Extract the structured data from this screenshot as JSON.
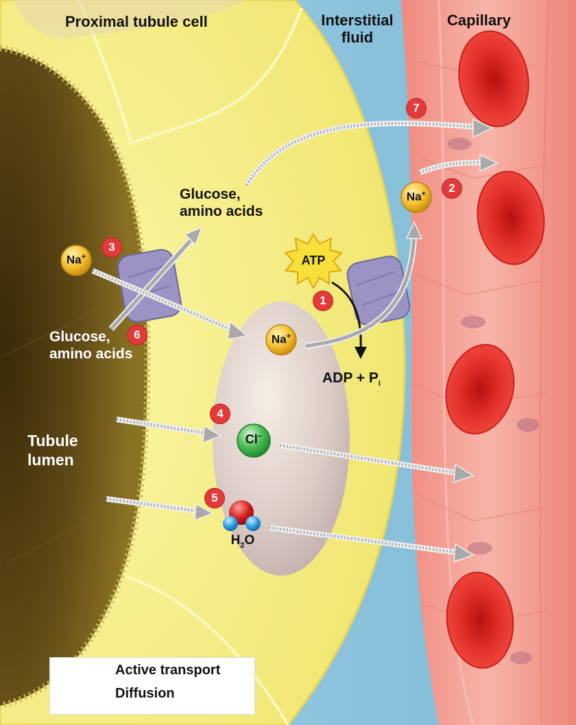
{
  "headers": {
    "cell": "Proximal tubule cell",
    "interstitial_line1": "Interstitial",
    "interstitial_line2": "fluid",
    "capillary": "Capillary"
  },
  "lumen": {
    "line1": "Tubule",
    "line2": "lumen"
  },
  "molecules": {
    "glucose_top_line1": "Glucose,",
    "glucose_top_line2": "amino acids",
    "glucose_bottom_line1": "Glucose,",
    "glucose_bottom_line2": "amino acids",
    "adp": "ADP + P",
    "adp_sub": "i"
  },
  "ions": {
    "na_base": "Na",
    "na_charge": "+",
    "cl_base": "Cl",
    "cl_charge": "−",
    "atp": "ATP",
    "water_base": "H",
    "water_sub": "2",
    "water_rest": "O"
  },
  "steps": [
    "1",
    "2",
    "3",
    "4",
    "5",
    "6",
    "7"
  ],
  "legend": {
    "active": "Active transport",
    "diffusion": "Diffusion"
  },
  "colors": {
    "lumen": "#5a4514",
    "cell": "#f3ec77",
    "interstitial": "#8fc5de",
    "capillary": "#f5a79a",
    "rbc": "#e22b27",
    "step_badge": "#e23a3a",
    "na_ion": "#f0b62b",
    "cl_ion": "#3eb04a",
    "transporter": "#9b93c4"
  }
}
